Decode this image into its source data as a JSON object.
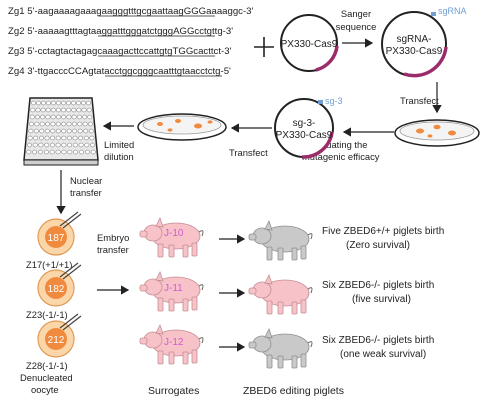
{
  "sequences": [
    {
      "id": "Zg1",
      "text": "5'-aagaaaagaaagaagggtttgcgaattaagGGGaaaaggc-3'"
    },
    {
      "id": "Zg2",
      "text": "5'-aaaaagtttagtaaggatttgggatctgggAGGcctgttg-3'"
    },
    {
      "id": "Zg3",
      "text": "5'-cctagtactagagcaaagacttccattgtgTGGcacttct-3'"
    },
    {
      "id": "Zg4",
      "text": "3'-ttgacccCCAgtatacctggcgggcaatttgtaacctctg-5'"
    }
  ],
  "plasmids": {
    "px330": "PX330-Cas9",
    "sgrna_line1": "sgRNA-",
    "sgrna_line2": "PX330-Cas9",
    "sgrna_tag": "sgRNA",
    "sg3_line1": "sg-3-",
    "sg3_line2": "PX330-Cas9",
    "sg3_tag": "sg-3"
  },
  "steps": {
    "sanger_1": "Sanger",
    "sanger_2": "sequence",
    "transfect_right": "Transfect",
    "evaluating_1": "Evaluating the",
    "evaluating_2": "mutagenic efficacy",
    "transfect_left": "Transfect",
    "limited_1": "Limited",
    "limited_2": "dilution",
    "nuclear_1": "Nuclear",
    "nuclear_2": "transfer",
    "embryo_1": "Embryo",
    "embryo_2": "transfer"
  },
  "clones": [
    {
      "number": "187",
      "label": "Z17(+1/+1)"
    },
    {
      "number": "182",
      "label": "Z23(-1/-1)"
    },
    {
      "number": "212",
      "label": "Z28(-1/-1)"
    }
  ],
  "oocyte_label_1": "Denucleated",
  "oocyte_label_2": "oocyte",
  "surrogates": [
    {
      "id": "J-10",
      "result_1": "Five ZBED6+/+ piglets birth",
      "result_2": "(Zero survival)"
    },
    {
      "id": "J-11",
      "result_1": "Six ZBED6-/- piglets birth",
      "result_2": "(five survival)"
    },
    {
      "id": "J-12",
      "result_1": "Six ZBED6-/- piglets birth",
      "result_2": "(one weak survival)"
    }
  ],
  "footer": {
    "surrogates": "Surrogates",
    "editing": "ZBED6 editing piglets"
  },
  "colors": {
    "plasmid_arc": "#9b2c6a",
    "sg_tag": "#6f9fd0",
    "colony": "#f08a3e",
    "pig_pink": "#f7c3c9",
    "pig_gray": "#c9c9c9",
    "surrogate_id": "#d25ad2"
  }
}
